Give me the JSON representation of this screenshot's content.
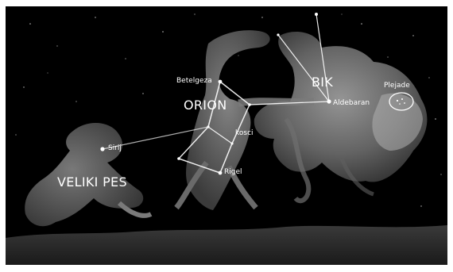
{
  "labels": {
    "bik": "BIK",
    "orion": "ORION",
    "veliki_pes": "VELIKI PES",
    "plejade": "Plejade",
    "aldebaran": "Aldebaran",
    "betelgeza": "Betelgeza",
    "kosci": "kosci",
    "rigel": "Rigel",
    "sirij": "Sirij"
  },
  "colors": {
    "sky": "#000000",
    "ground": "#2b2b2b",
    "figure": "#8e8e8e",
    "line": "#ffffff",
    "text": "#ffffff"
  }
}
